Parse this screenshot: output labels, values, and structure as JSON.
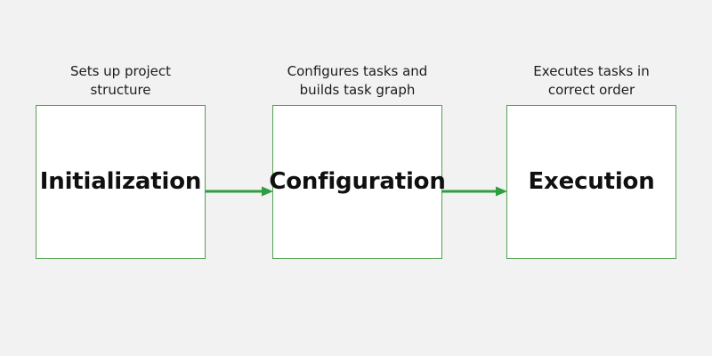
{
  "diagram": {
    "type": "flowchart",
    "orientation": "left-to-right",
    "background_color": "#f2f2f2",
    "accent_color": "#55a055",
    "box_fill_color": "#ffffff",
    "label_color": "#101010",
    "caption_color": "#1c1c1c",
    "stages": [
      {
        "id": "initialization",
        "label": "Initialization",
        "caption": "Sets up project\nstructure",
        "caption_line_1": "Sets up project",
        "caption_line_2": "structure"
      },
      {
        "id": "configuration",
        "label": "Configuration",
        "caption": "Configures tasks and\nbuilds task graph",
        "caption_line_1": "Configures tasks and",
        "caption_line_2": "builds task graph"
      },
      {
        "id": "execution",
        "label": "Execution",
        "caption": "Executes tasks in\ncorrect order",
        "caption_line_1": "Executes tasks in",
        "caption_line_2": "correct order"
      }
    ],
    "connectors": [
      {
        "id": "initialization-to-configuration",
        "from": "initialization",
        "to": "configuration",
        "style": "solid-arrow"
      },
      {
        "id": "configuration-to-execution",
        "from": "configuration",
        "to": "execution",
        "style": "solid-arrow"
      }
    ]
  }
}
